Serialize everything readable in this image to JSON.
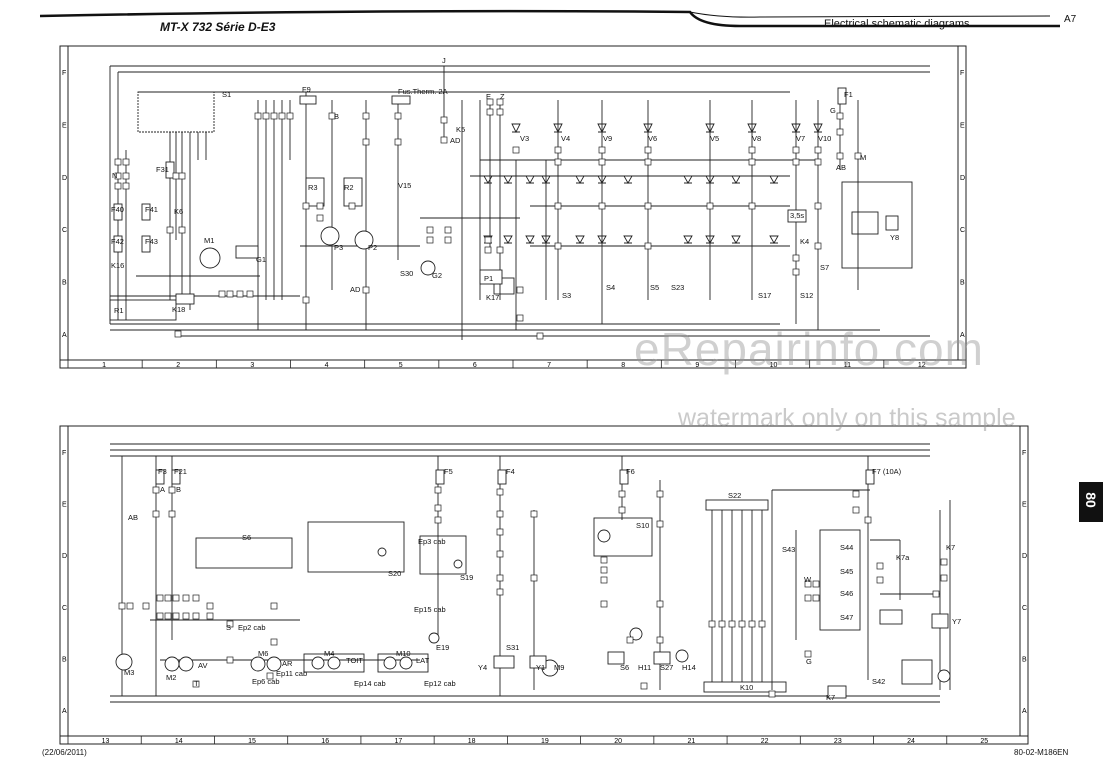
{
  "header": {
    "model": "MT-X 732 Série D-E3",
    "title": "Electrical schematic diagrams",
    "page": "A7"
  },
  "footer": {
    "date": "(22/06/2011)",
    "ref": "80-02-M186EN"
  },
  "side_tab": "80",
  "watermark": {
    "brand": "eRepairinfo.com",
    "note": "watermark only on this sample"
  },
  "frame_top": {
    "row_letters": [
      "F",
      "E",
      "D",
      "C",
      "B",
      "A"
    ],
    "columns": [
      "1",
      "2",
      "3",
      "4",
      "5",
      "6",
      "7",
      "8",
      "9",
      "10",
      "11",
      "12"
    ]
  },
  "frame_bottom": {
    "row_letters": [
      "F",
      "E",
      "D",
      "C",
      "B",
      "A"
    ],
    "columns": [
      "13",
      "14",
      "15",
      "16",
      "17",
      "18",
      "19",
      "20",
      "21",
      "22",
      "23",
      "24",
      "25"
    ]
  },
  "labels_top": [
    "S1",
    "F9",
    "J",
    "Fus.Therm. 2A",
    "E",
    "Z",
    "F1",
    "G",
    "K5",
    "AD",
    "V3",
    "V4",
    "V9",
    "V6",
    "V5",
    "V8",
    "V7",
    "V10",
    "F31",
    "F40",
    "F41",
    "F42",
    "F43",
    "K6",
    "K16",
    "M1",
    "G1",
    "K18",
    "R3",
    "R2",
    "P3",
    "P2",
    "V15",
    "S30",
    "G2",
    "AD",
    "P1",
    "K17",
    "S3",
    "S4",
    "S5",
    "S23",
    "S17",
    "S12",
    "K4",
    "S7",
    "Y8",
    "AB",
    "M",
    "3,5s",
    "R1",
    "N",
    "B"
  ],
  "labels_bottom": [
    "F3",
    "F21",
    "A",
    "B",
    "AB",
    "S6",
    "S20",
    "S19",
    "F5",
    "E19",
    "F4",
    "S31",
    "Y4",
    "Y1",
    "M9",
    "F6",
    "S10",
    "S6",
    "H11",
    "S27",
    "H14",
    "S22",
    "K10",
    "F7 (10A)",
    "S43",
    "S44",
    "S45",
    "S46",
    "S47",
    "K7",
    "K7a",
    "Y7",
    "S42",
    "K7",
    "M3",
    "M2",
    "M6",
    "M4",
    "M10",
    "Ep2 cab",
    "Ep11 cab",
    "Ep6 cab",
    "Ep14 cab",
    "Ep12 cab",
    "Ep15 cab",
    "Ep3 cab",
    "AV",
    "AR",
    "TOIT",
    "LAT",
    "S",
    "T",
    "G",
    "W"
  ]
}
